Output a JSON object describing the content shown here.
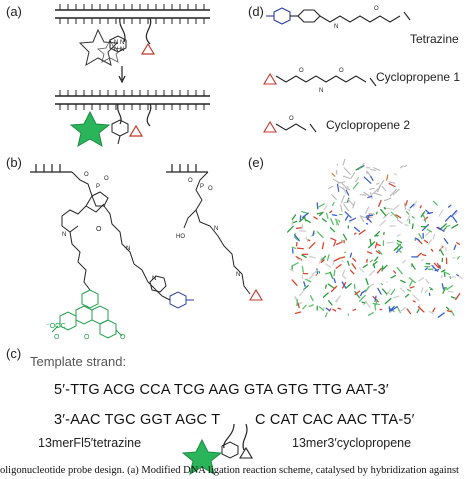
{
  "panels": {
    "a": "(a)",
    "b": "(b)",
    "c": "(c)",
    "d": "(d)",
    "e": "(e)"
  },
  "panel_d": {
    "labels": [
      "Tetrazine",
      "Cyclopropene 1",
      "Cyclopropene 2"
    ]
  },
  "panel_b": {
    "labels": [
      "⁻OOC",
      "O",
      "O",
      "O",
      "O"
    ]
  },
  "panel_c": {
    "heading": "Template strand:",
    "template_seq": "5′-TTG ACG CCA TCG AAG GTA GTG TTG AAT-3′",
    "probe_left_seq": "3′-AAC TGC GGT AGC T",
    "probe_right_seq": "C CAT CAC AAC TTA-5′",
    "probe_left_name": "13merFl5′tetrazine",
    "probe_right_name": "13mer3′cyclopropene"
  },
  "caption_fragment": "oligonucleotide probe design. (a) Modified DNA ligation reaction scheme, catalysed by hybridization against",
  "colors": {
    "fluorescein_green": "#1fa04a",
    "tetrazine_blue": "#2a3fa8",
    "star_green": "#2bb55a",
    "bond": "#222222"
  }
}
